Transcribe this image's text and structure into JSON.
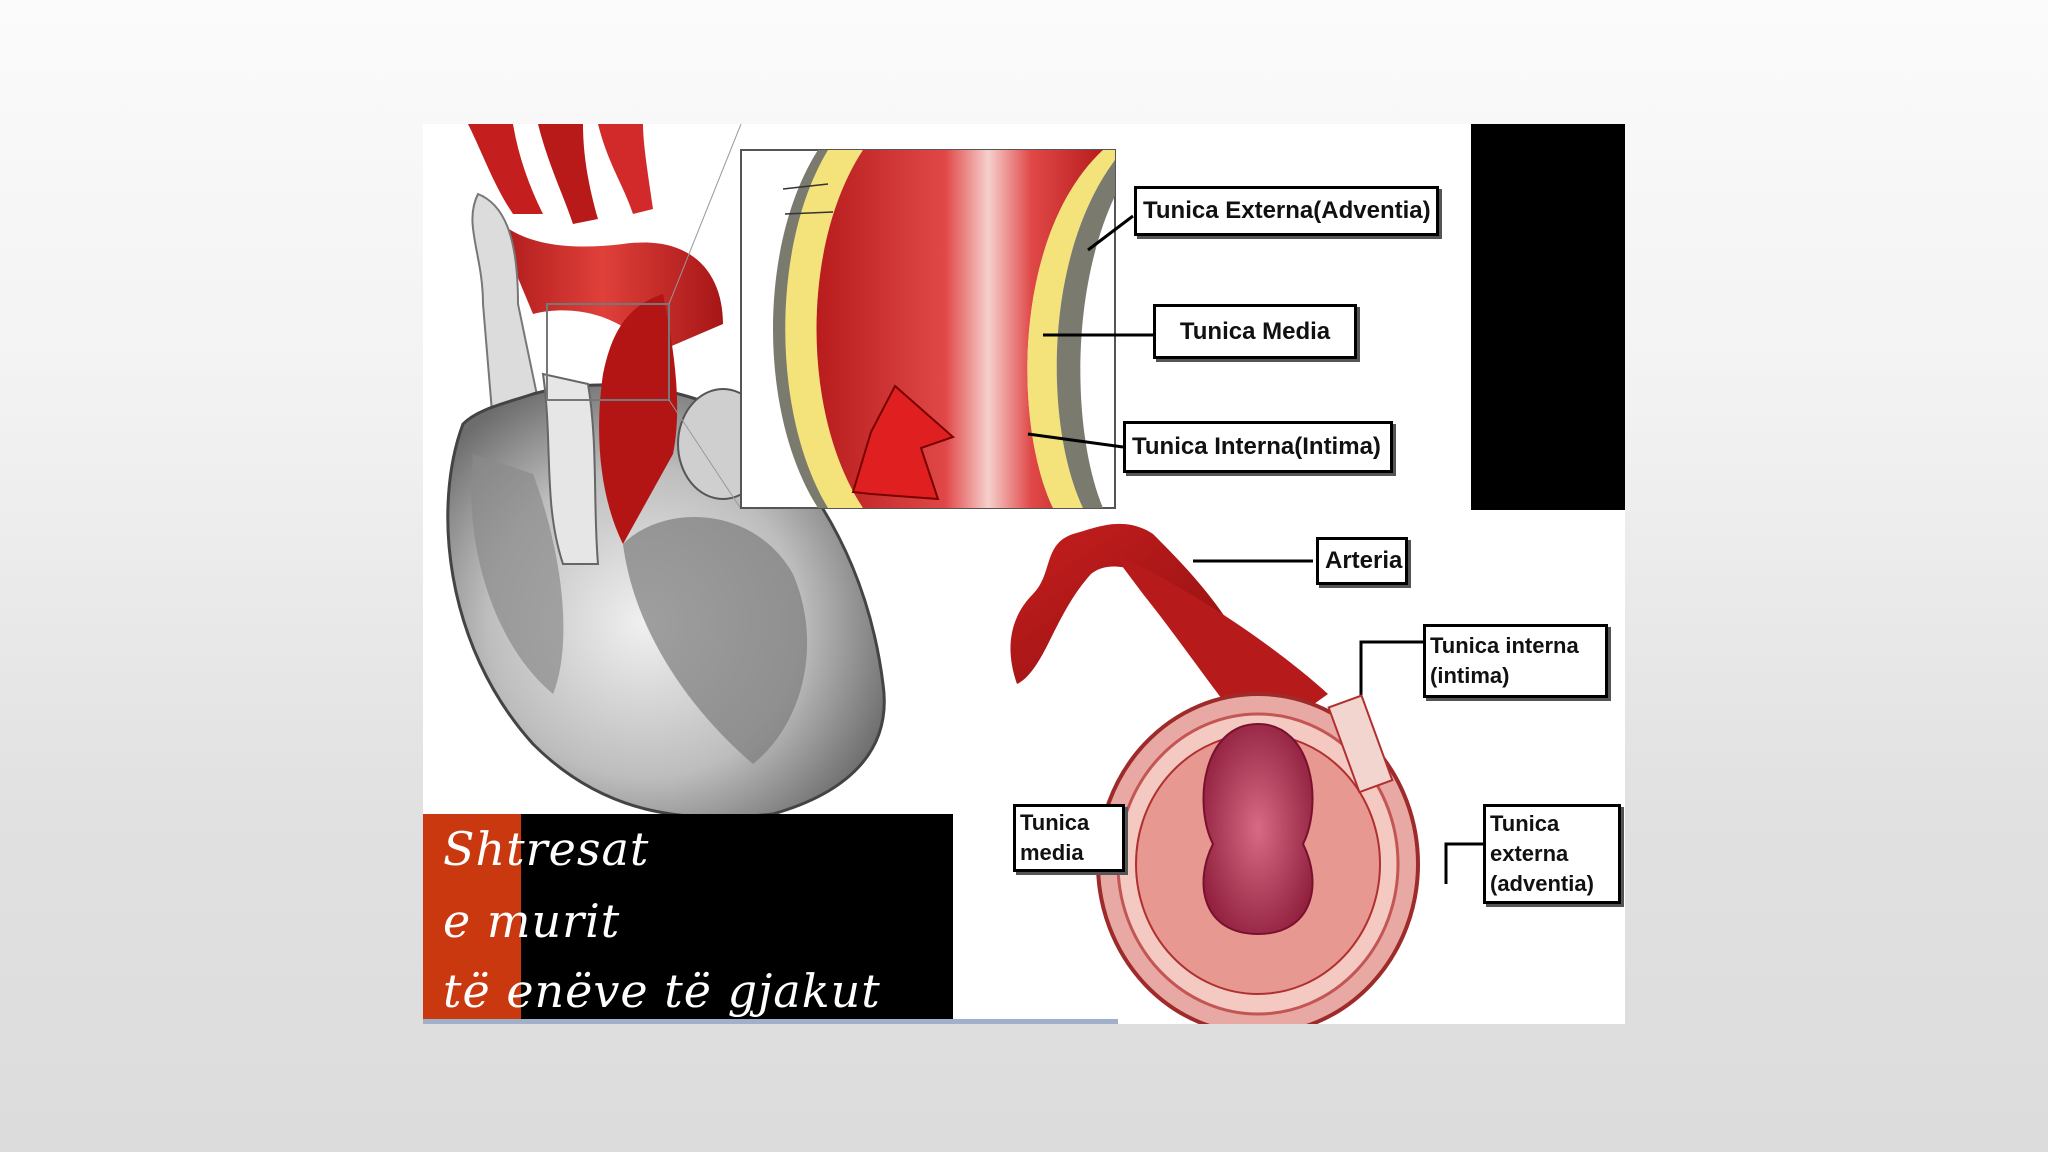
{
  "slide": {
    "labels": {
      "tunica_externa": "Tunica Externa(Adventia)",
      "tunica_media": "Tunica Media",
      "tunica_interna": "Tunica Interna(Intima)",
      "arteria": "Arteria",
      "tunica_interna_small_1": "Tunica interna",
      "tunica_interna_small_2": "(intima)",
      "tunica_media_small_1": "Tunica",
      "tunica_media_small_2": "media",
      "tunica_externa_small_1": "Tunica",
      "tunica_externa_small_2": "externa",
      "tunica_externa_small_3": "(adventia)"
    },
    "title": {
      "line1": "Shtresat",
      "line2": "e murit",
      "line3": "të enëve të gjakut"
    }
  },
  "colors": {
    "artery_red": "#d42a2a",
    "wall_yellow": "#f4e27a",
    "title_accent": "#c9380e"
  }
}
